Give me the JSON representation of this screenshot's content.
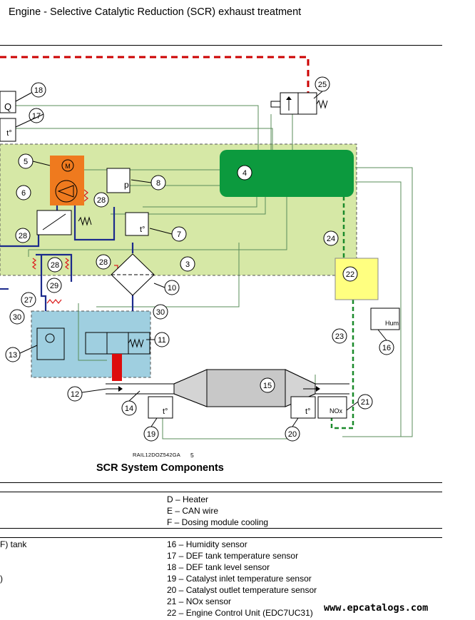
{
  "header": {
    "title": "Engine - Selective Catalytic Reduction (SCR) exhaust treatment"
  },
  "diagram": {
    "callouts": [
      "3",
      "4",
      "5",
      "6",
      "7",
      "8",
      "10",
      "11",
      "12",
      "13",
      "14",
      "15",
      "16",
      "17",
      "18",
      "19",
      "20",
      "21",
      "22",
      "23",
      "24",
      "25",
      "27",
      "28",
      "28",
      "28",
      "28",
      "29",
      "30",
      "30"
    ],
    "sensor_labels": {
      "q": "Q",
      "t": "t°",
      "p": "p",
      "hum": "Hum",
      "nox": "NOx",
      "motor": "M"
    },
    "caption_code": "RAIL12DOZ542GA",
    "caption_number": "5",
    "caption_title": "SCR System Components"
  },
  "legend": {
    "letters": [
      "D – Heater",
      "E – CAN wire",
      "F – Dosing module cooling"
    ],
    "left_fragments": [
      "F) tank",
      ")"
    ],
    "numbers": [
      "16 – Humidity sensor",
      "17 – DEF tank temperature sensor",
      "18 – DEF tank level sensor",
      "19 – Catalyst inlet temperature sensor",
      "20 – Catalyst outlet temperature sensor",
      "21 – NOx sensor",
      "22 – Engine Control Unit (EDC7UC31)"
    ]
  },
  "watermark": "www.epcatalogs.com",
  "colors": {
    "green_zone": "#d6e8a6",
    "ecu_green": "#0c9a3e",
    "pump_orange": "#ef7a1e",
    "dosing_blue": "#9fcfe0",
    "ecu22_yellow": "#ffff80",
    "dosing_red": "#dd0c0c",
    "def_line": "#1b2a8c",
    "can_dashed": "#cc0000"
  }
}
